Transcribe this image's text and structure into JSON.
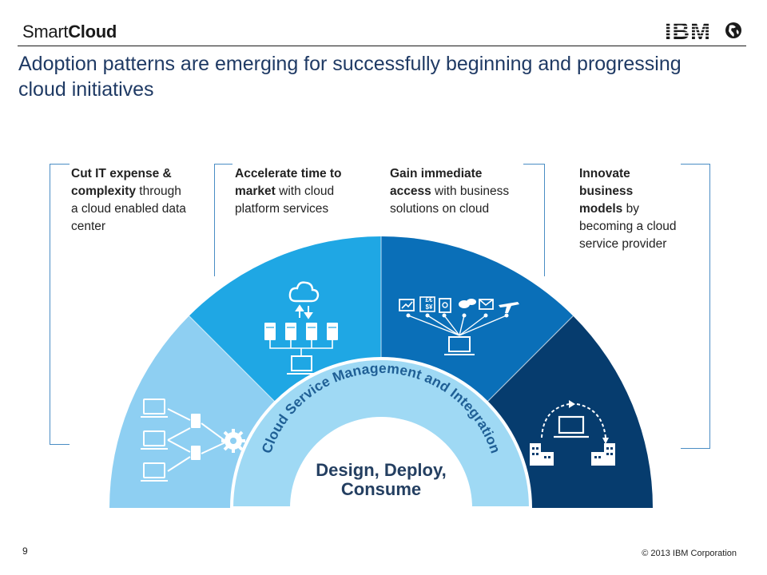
{
  "header": {
    "brand_light": "Smart",
    "brand_bold": "Cloud",
    "logo_text": "IBM"
  },
  "title": "Adoption patterns are emerging for successfully beginning and progressing cloud initiatives",
  "columns": [
    {
      "bold": "Cut IT expense & complexity",
      "rest": " through a cloud enabled data center"
    },
    {
      "bold": "Accelerate time to market",
      "rest": " with cloud platform services"
    },
    {
      "bold": "Gain immediate access",
      "rest": " with business solutions on cloud"
    },
    {
      "bold": "Innovate business models",
      "rest": " by becoming a cloud service provider"
    }
  ],
  "diagram": {
    "ring_text": "Cloud Service Management and Integration",
    "core_line1": "Design, Deploy,",
    "core_line2": "Consume",
    "segment_colors": [
      "#8ecff2",
      "#1fa7e4",
      "#0a6fb8",
      "#063c6e"
    ],
    "ring_color": "#9fd9f4",
    "core_color": "#ffffff",
    "ring_text_color": "#1f5f95",
    "core_text_color": "#243f61"
  },
  "footer": {
    "page_number": "9",
    "copyright": "© 2013 IBM Corporation"
  }
}
